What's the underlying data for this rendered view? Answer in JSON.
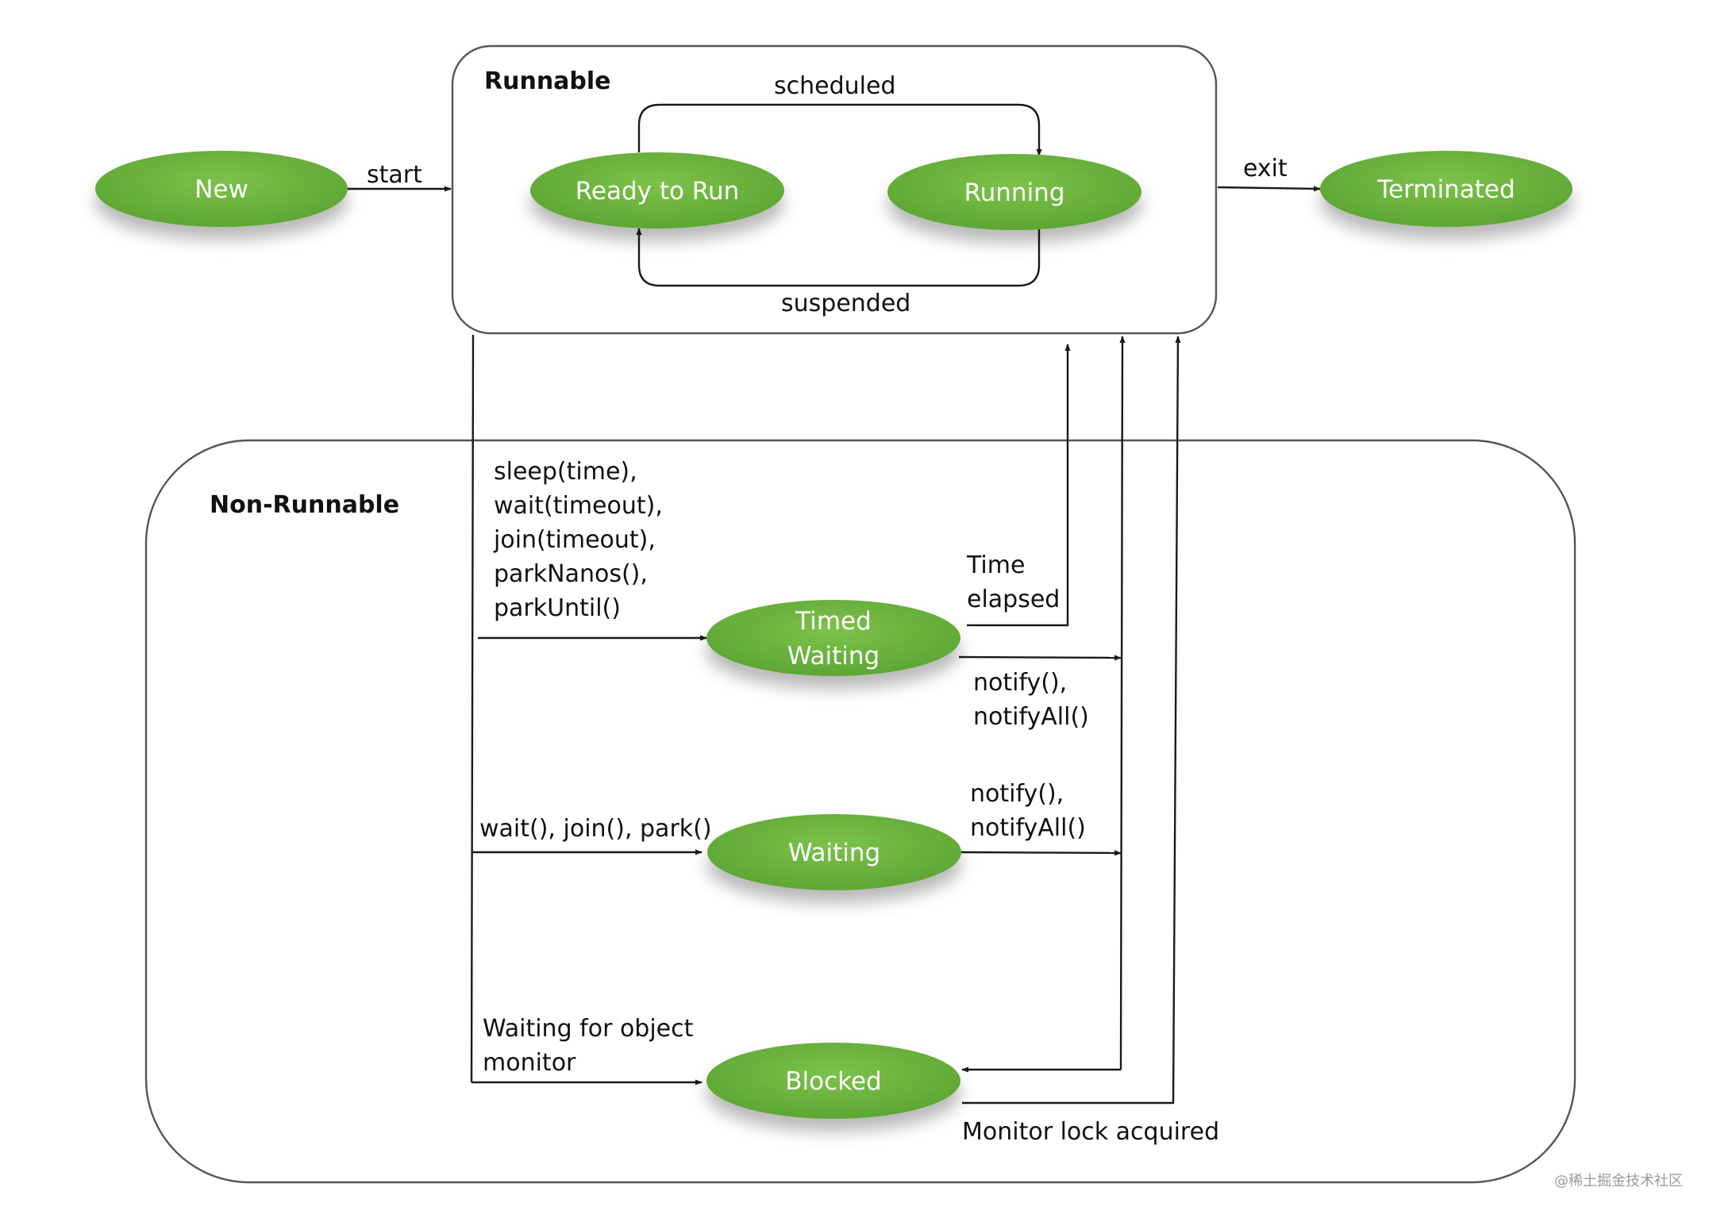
{
  "groups": {
    "runnable": "Runnable",
    "non_runnable": "Non-Runnable"
  },
  "nodes": {
    "new": [
      "New"
    ],
    "ready": [
      "Ready to Run"
    ],
    "running": [
      "Running"
    ],
    "terminated": [
      "Terminated"
    ],
    "timed_waiting": [
      "Timed",
      "Waiting"
    ],
    "waiting": [
      "Waiting"
    ],
    "blocked": [
      "Blocked"
    ]
  },
  "edge_labels": {
    "start": [
      "start"
    ],
    "exit": [
      "exit"
    ],
    "scheduled": [
      "scheduled"
    ],
    "suspended": [
      "suspended"
    ],
    "timed_methods": [
      "sleep(time),",
      "wait(timeout),",
      "join(timeout),",
      "parkNanos(),",
      "parkUntil()"
    ],
    "time_elapsed": [
      "Time",
      "elapsed"
    ],
    "notify_timed": [
      "notify(),",
      "notifyAll()"
    ],
    "wait_methods": [
      "wait(), join(), park()"
    ],
    "notify_waiting": [
      "notify(),",
      "notifyAll()"
    ],
    "waiting_monitor": [
      "Waiting for object",
      "monitor"
    ],
    "monitor_acquired": [
      "Monitor lock acquired"
    ]
  },
  "watermark": "@稀土掘金技术社区",
  "colors": {
    "node_fill": "#6db33f",
    "node_text": "#ffffff",
    "line": "#1a1a1a",
    "frame": "#555555"
  }
}
